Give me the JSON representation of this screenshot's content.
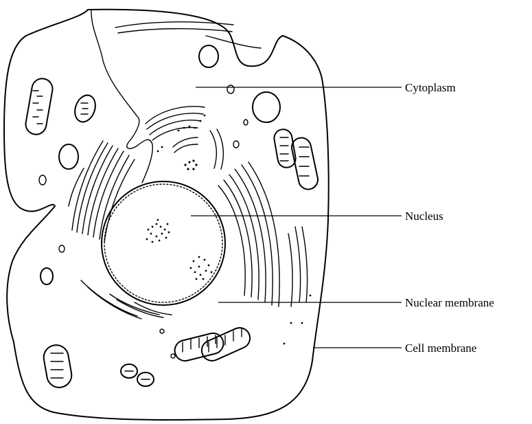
{
  "diagram": {
    "labels": {
      "cytoplasm": "Cytoplasm",
      "nucleus": "Nucleus",
      "nuclear_membrane": "Nuclear membrane",
      "cell_membrane": "Cell membrane"
    }
  }
}
